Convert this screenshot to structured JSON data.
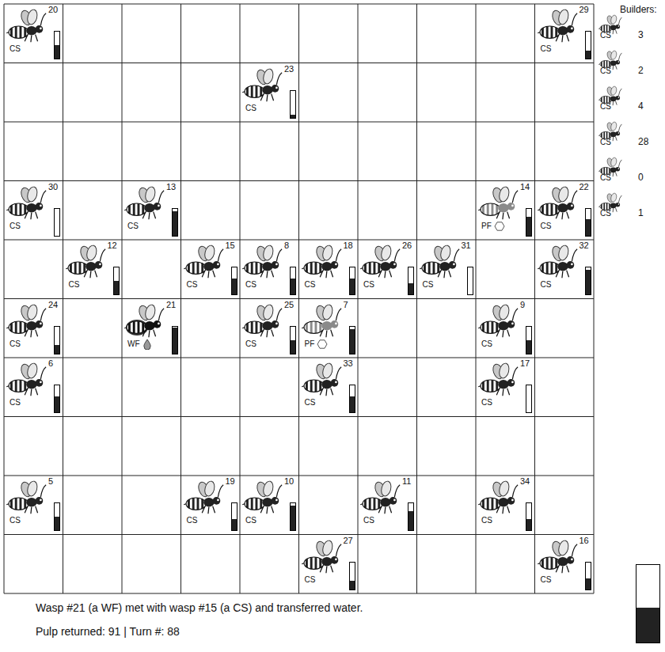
{
  "diagram": {
    "nodes": [
      {
        "text": [
          "20",
          "CS"
        ]
      },
      {
        "text": [
          "29",
          "CS"
        ]
      },
      {
        "text": [
          "23",
          "CS"
        ]
      },
      {
        "text": [
          "30",
          "CS"
        ]
      },
      {
        "text": [
          "13",
          "CS"
        ]
      },
      {
        "text": [
          "14",
          "PF"
        ]
      },
      {
        "text": [
          "22",
          "CS"
        ]
      },
      {
        "text": [
          "12",
          "CS"
        ]
      },
      {
        "text": [
          "15",
          "CS"
        ]
      },
      {
        "text": [
          "8",
          "CS"
        ]
      },
      {
        "text": [
          "18",
          "CS"
        ]
      },
      {
        "text": [
          "26",
          "CS"
        ]
      },
      {
        "text": [
          "31",
          "CS"
        ]
      },
      {
        "text": [
          "32",
          "CS"
        ]
      },
      {
        "text": [
          "24",
          "CS"
        ]
      },
      {
        "text": [
          "21",
          "WF"
        ]
      },
      {
        "text": [
          "25",
          "CS"
        ]
      },
      {
        "text": [
          "7",
          "PF"
        ]
      },
      {
        "text": [
          "9",
          "CS"
        ]
      },
      {
        "text": [
          "6",
          "CS"
        ]
      },
      {
        "text": [
          "33",
          "CS"
        ]
      },
      {
        "text": [
          "17",
          "CS"
        ]
      },
      {
        "text": [
          "5",
          "CS"
        ]
      },
      {
        "text": [
          "19",
          "CS"
        ]
      },
      {
        "text": [
          "10",
          "CS"
        ]
      },
      {
        "text": [
          "11",
          "CS"
        ]
      },
      {
        "text": [
          "34",
          "CS"
        ]
      },
      {
        "text": [
          "27",
          "CS"
        ]
      },
      {
        "text": [
          "16",
          "CS"
        ]
      }
    ],
    "labels": [
      "Builders:",
      "CS",
      "3",
      "CS",
      "2",
      "CS",
      "4",
      "CS",
      "28",
      "CS",
      "0",
      "CS",
      "1",
      "Wasp #21 (a WF) met with wasp #15 (a CS) and transferred water.",
      "Pulp returned: 91 | Turn #: 88"
    ]
  }
}
